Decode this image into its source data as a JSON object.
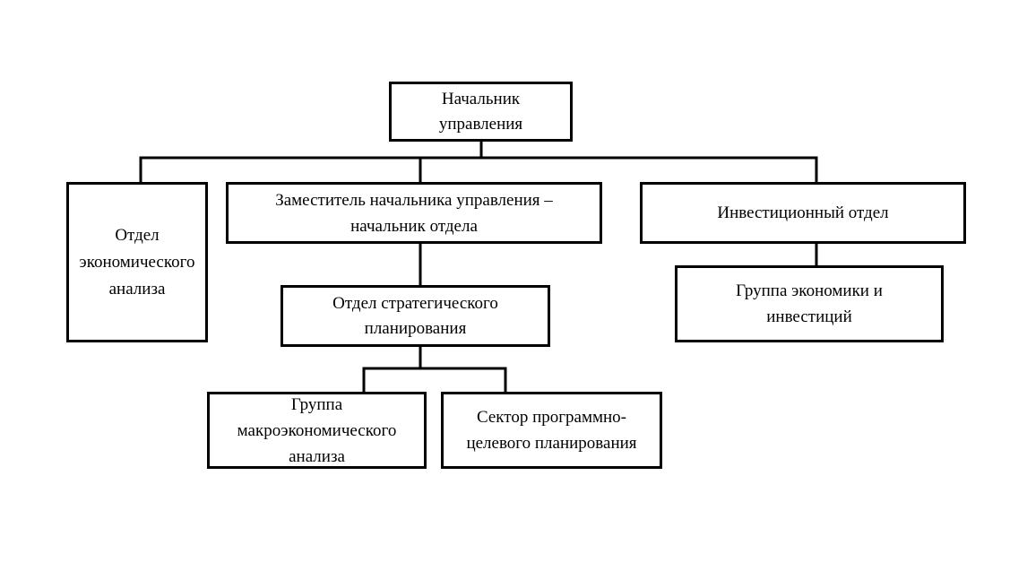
{
  "diagram": {
    "nodes": {
      "head": {
        "line1": "Начальник",
        "line2": "управления"
      },
      "economic_analysis_dept": {
        "line1": "Отдел",
        "line2": "экономического",
        "line3": "анализа"
      },
      "deputy_head": {
        "line1": "Заместитель начальника управления –",
        "line2": "начальник отдела"
      },
      "investment_dept": {
        "line1": "Инвестиционный отдел"
      },
      "strategic_planning_dept": {
        "line1": "Отдел стратегического",
        "line2": "планирования"
      },
      "economics_investment_group": {
        "line1": "Группа экономики и",
        "line2": "инвестиций"
      },
      "macroeconomic_analysis_group": {
        "line1": "Группа",
        "line2": "макроэкономического",
        "line3": "анализа"
      },
      "program_planning_sector": {
        "line1": "Сектор программно-",
        "line2": "целевого планирования"
      }
    },
    "edges": [
      [
        "head",
        "economic_analysis_dept"
      ],
      [
        "head",
        "deputy_head"
      ],
      [
        "head",
        "investment_dept"
      ],
      [
        "deputy_head",
        "strategic_planning_dept"
      ],
      [
        "investment_dept",
        "economics_investment_group"
      ],
      [
        "strategic_planning_dept",
        "macroeconomic_analysis_group"
      ],
      [
        "strategic_planning_dept",
        "program_planning_sector"
      ]
    ]
  }
}
